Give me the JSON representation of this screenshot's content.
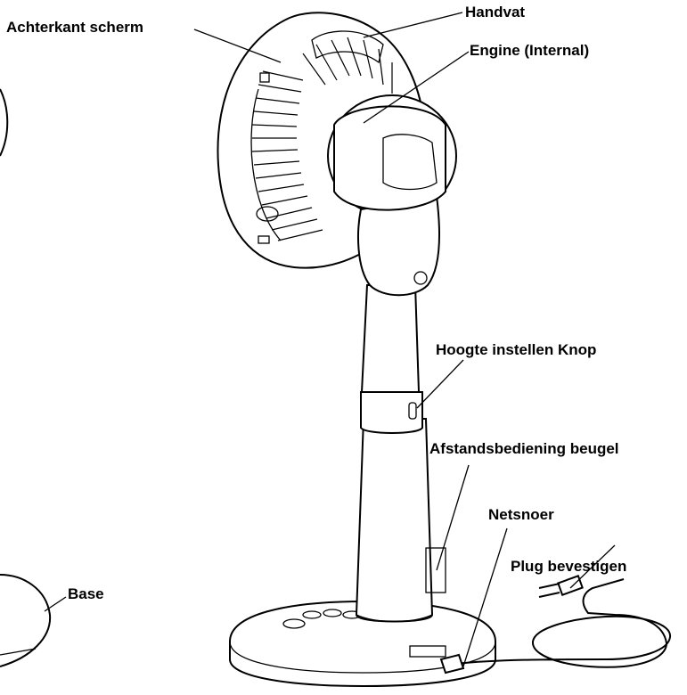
{
  "labels": {
    "achterkant_scherm": "Achterkant scherm",
    "handvat": "Handvat",
    "engine": "Engine (Internal)",
    "hoogte_knop": "Hoogte instellen Knop",
    "afstandsbediening": "Afstandsbediening beugel",
    "netsnoer": "Netsnoer",
    "plug": "Plug bevestigen",
    "base": "Base"
  },
  "colors": {
    "line": "#000000",
    "background": "#ffffff"
  }
}
